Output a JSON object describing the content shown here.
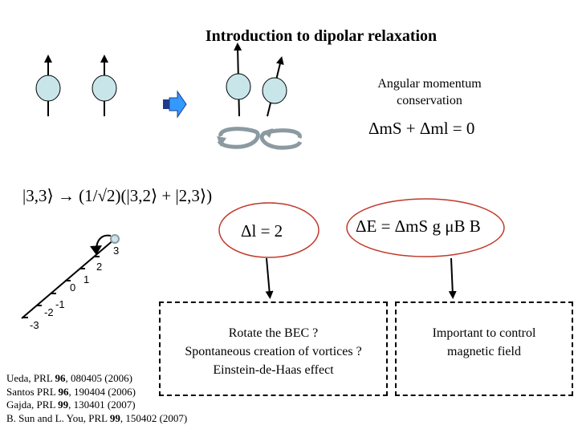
{
  "slide": {
    "title": "Introduction to dipolar relaxation",
    "angular_momentum": {
      "line1": "Angular momentum",
      "line2": "conservation"
    },
    "conservation_equation": "ΔmS + Δml = 0",
    "state_equation": "|3,3⟩ → (1/√2)(|3,2⟩ + |2,3⟩)",
    "delta_l_equation": "Δl = 2",
    "energy_equation": "ΔE = ΔmS g μB B",
    "levels": [
      "3",
      "2",
      "1",
      "0",
      "-1",
      "-2",
      "-3"
    ],
    "box_left": {
      "line1": "Rotate the BEC ?",
      "line2": "Spontaneous creation of vortices ?",
      "line3": "Einstein-de-Haas effect"
    },
    "box_right": {
      "line1": "Important to control",
      "line2": "magnetic field"
    },
    "references": [
      {
        "author": "Ueda, PRL ",
        "vol": "96",
        "rest": ", 080405 (2006)"
      },
      {
        "author": "Santos PRL ",
        "vol": "96",
        "rest": ", 190404 (2006)"
      },
      {
        "author": "Gajda, PRL ",
        "vol": "99",
        "rest": ", 130401 (2007)"
      },
      {
        "author": "B. Sun and L. You, PRL ",
        "vol": "99",
        "rest": ", 150402 (2007)"
      }
    ],
    "colors": {
      "atom_fill": "#c8e6ea",
      "ellipse_stroke": "#c0392b",
      "arrow_blue": "#3399ff",
      "arrow_dark": "#1f3c88",
      "rotation_gray": "#8a9aa0"
    }
  }
}
